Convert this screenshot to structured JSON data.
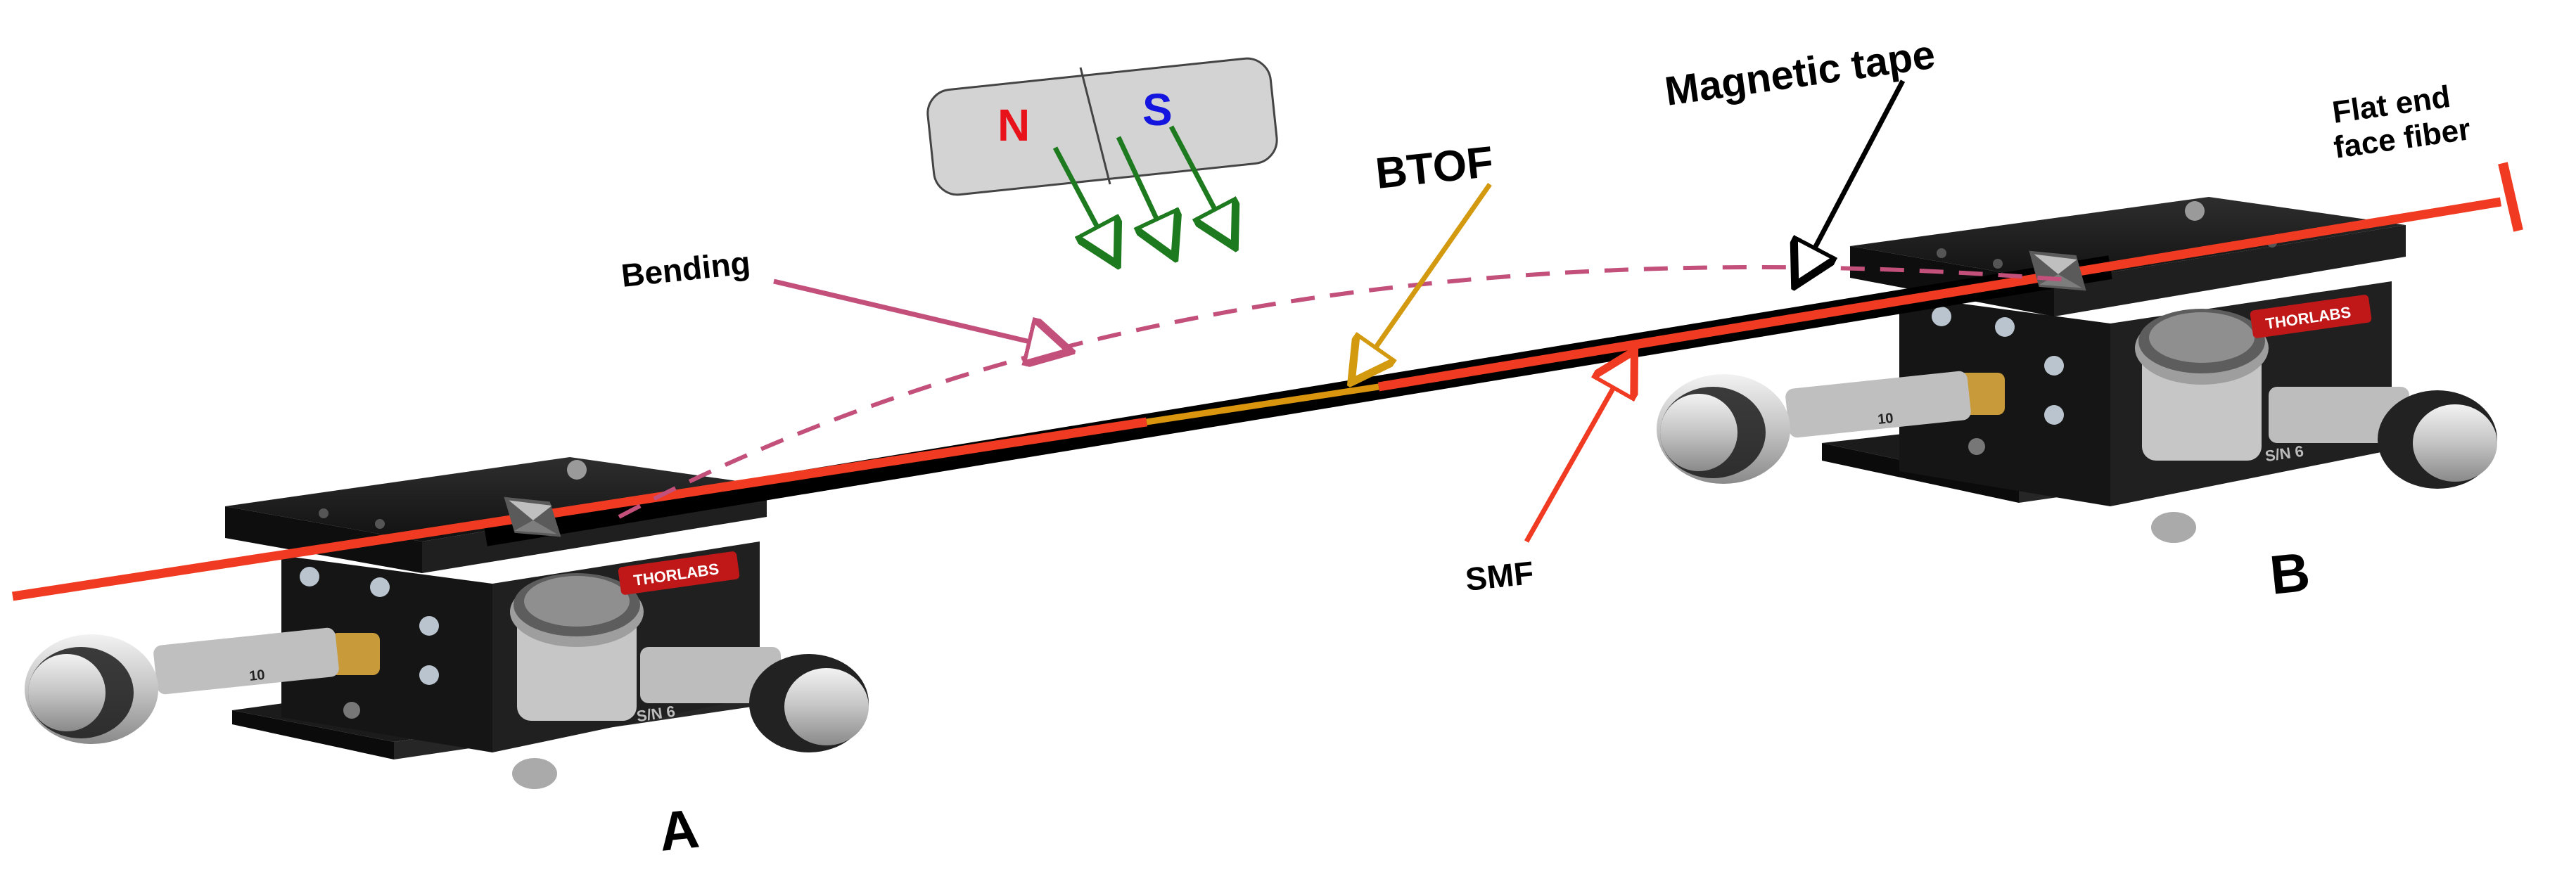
{
  "magnet": {
    "north_label": "N",
    "south_label": "S",
    "north_color": "#e8121b",
    "south_color": "#1515e0",
    "body_color": "#d3d3d3"
  },
  "labels": {
    "magnetic_tape": "Magnetic tape",
    "flat_end_fiber_line1": "Flat end",
    "flat_end_fiber_line2": "face fiber",
    "btof": "BTOF",
    "bending": "Bending",
    "smf": "SMF",
    "stage_a": "A",
    "stage_b": "B"
  },
  "stage_markings": {
    "brand": "THORLABS",
    "serial_prefix": "S/N 6",
    "micrometer_scale": "10"
  },
  "colors": {
    "fiber_smf": "#f03a22",
    "magnetic_tape": "#000000",
    "btof_segment": "#d9950e",
    "btof_arrow": "#d39a10",
    "bending_curve": "#c2507a",
    "field_arrows": "#1e7a1e",
    "stage_body": "#1a1a1a",
    "knob_silver": "#c9c9c9"
  }
}
